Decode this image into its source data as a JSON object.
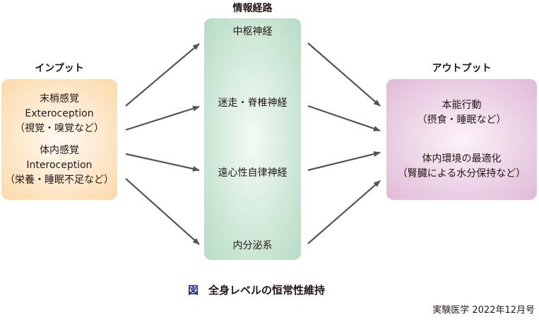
{
  "headers": {
    "input": "インプット",
    "pathway": "情報経路",
    "output": "アウトプット"
  },
  "input": {
    "group1": {
      "title": "末梢感覚",
      "english": "Exteroception",
      "examples": "（視覚・嗅覚など）"
    },
    "group2": {
      "title": "体内感覚",
      "english": "Interoception",
      "examples": "（栄養・睡眠不足など）"
    }
  },
  "pathway": {
    "items": [
      "中枢神経",
      "迷走・脊椎神経",
      "遠心性自律神経",
      "内分泌系"
    ]
  },
  "output": {
    "group1": {
      "title": "本能行動",
      "examples": "（摂食・睡眠など）"
    },
    "group2": {
      "title": "体内環境の最適化",
      "examples": "（腎臓による水分保持など）"
    }
  },
  "caption": {
    "label": "図",
    "text": "全身レベルの恒常性維持"
  },
  "source": "実験医学 2022年12月号",
  "colors": {
    "input": "#fbd9a9",
    "pathway": "#b6dcc4",
    "output": "#e0b9d7",
    "arrow": "#555555",
    "caption_label": "#1d2a86"
  }
}
